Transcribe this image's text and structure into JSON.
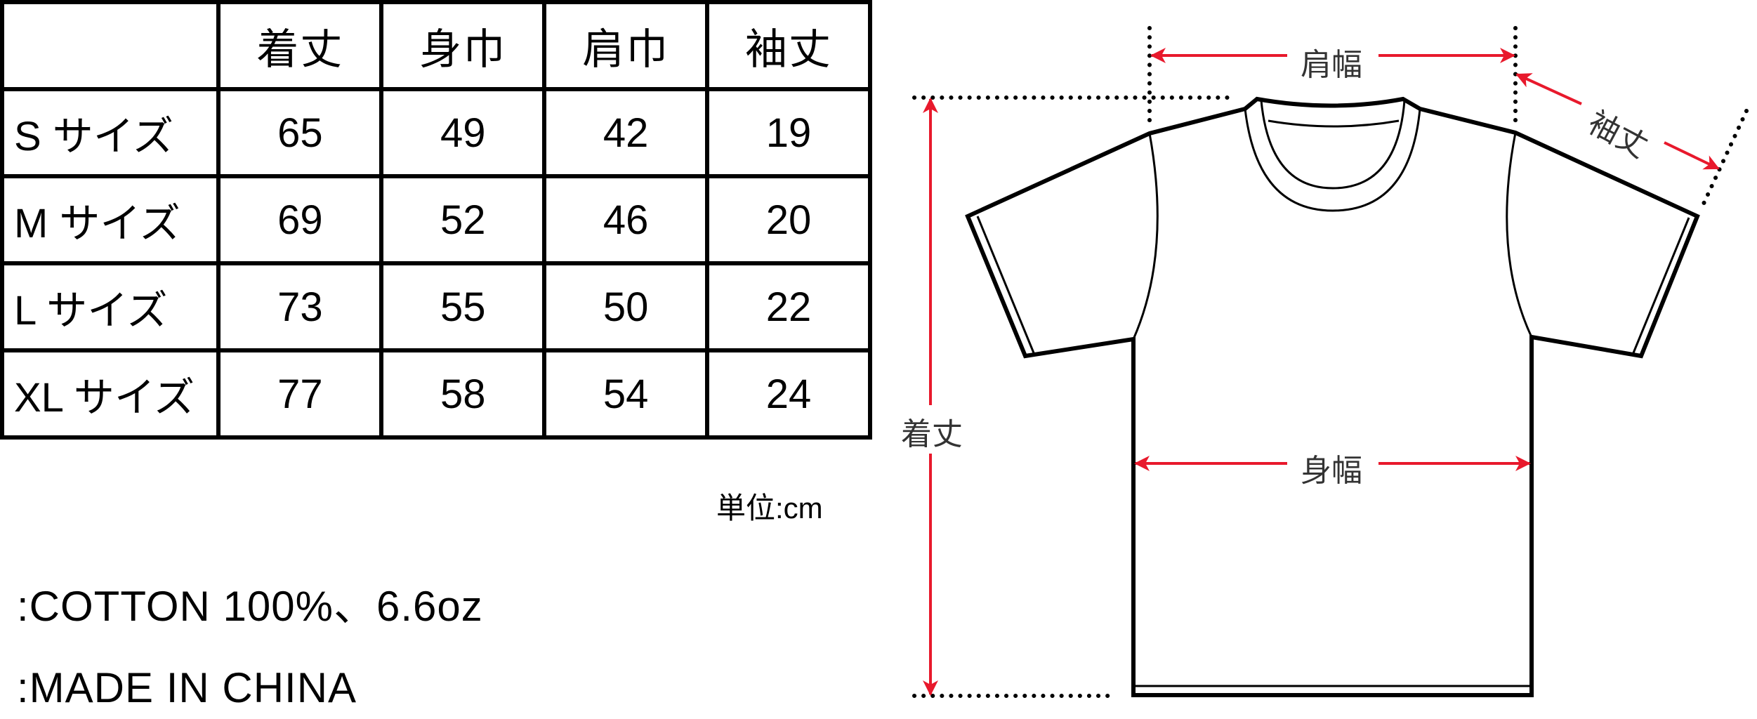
{
  "size_table": {
    "headers": [
      "",
      "着丈",
      "身巾",
      "肩巾",
      "袖丈"
    ],
    "rows": [
      {
        "label": "S サイズ",
        "values": [
          "65",
          "49",
          "42",
          "19"
        ]
      },
      {
        "label": "M サイズ",
        "values": [
          "69",
          "52",
          "46",
          "20"
        ]
      },
      {
        "label": "L サイズ",
        "values": [
          "73",
          "55",
          "50",
          "22"
        ]
      },
      {
        "label": "XL サイズ",
        "values": [
          "77",
          "58",
          "54",
          "24"
        ]
      }
    ],
    "unit": "単位:cm"
  },
  "specs": {
    "material": ":COTTON 100%、6.6oz",
    "origin": ":MADE IN CHINA"
  },
  "diagram": {
    "labels": {
      "shoulder_width": "肩幅",
      "sleeve_length": "袖丈",
      "body_length": "着丈",
      "body_width": "身幅"
    },
    "colors": {
      "arrow": "#e8192c",
      "outline": "#000000",
      "label_text": "#333333"
    }
  }
}
